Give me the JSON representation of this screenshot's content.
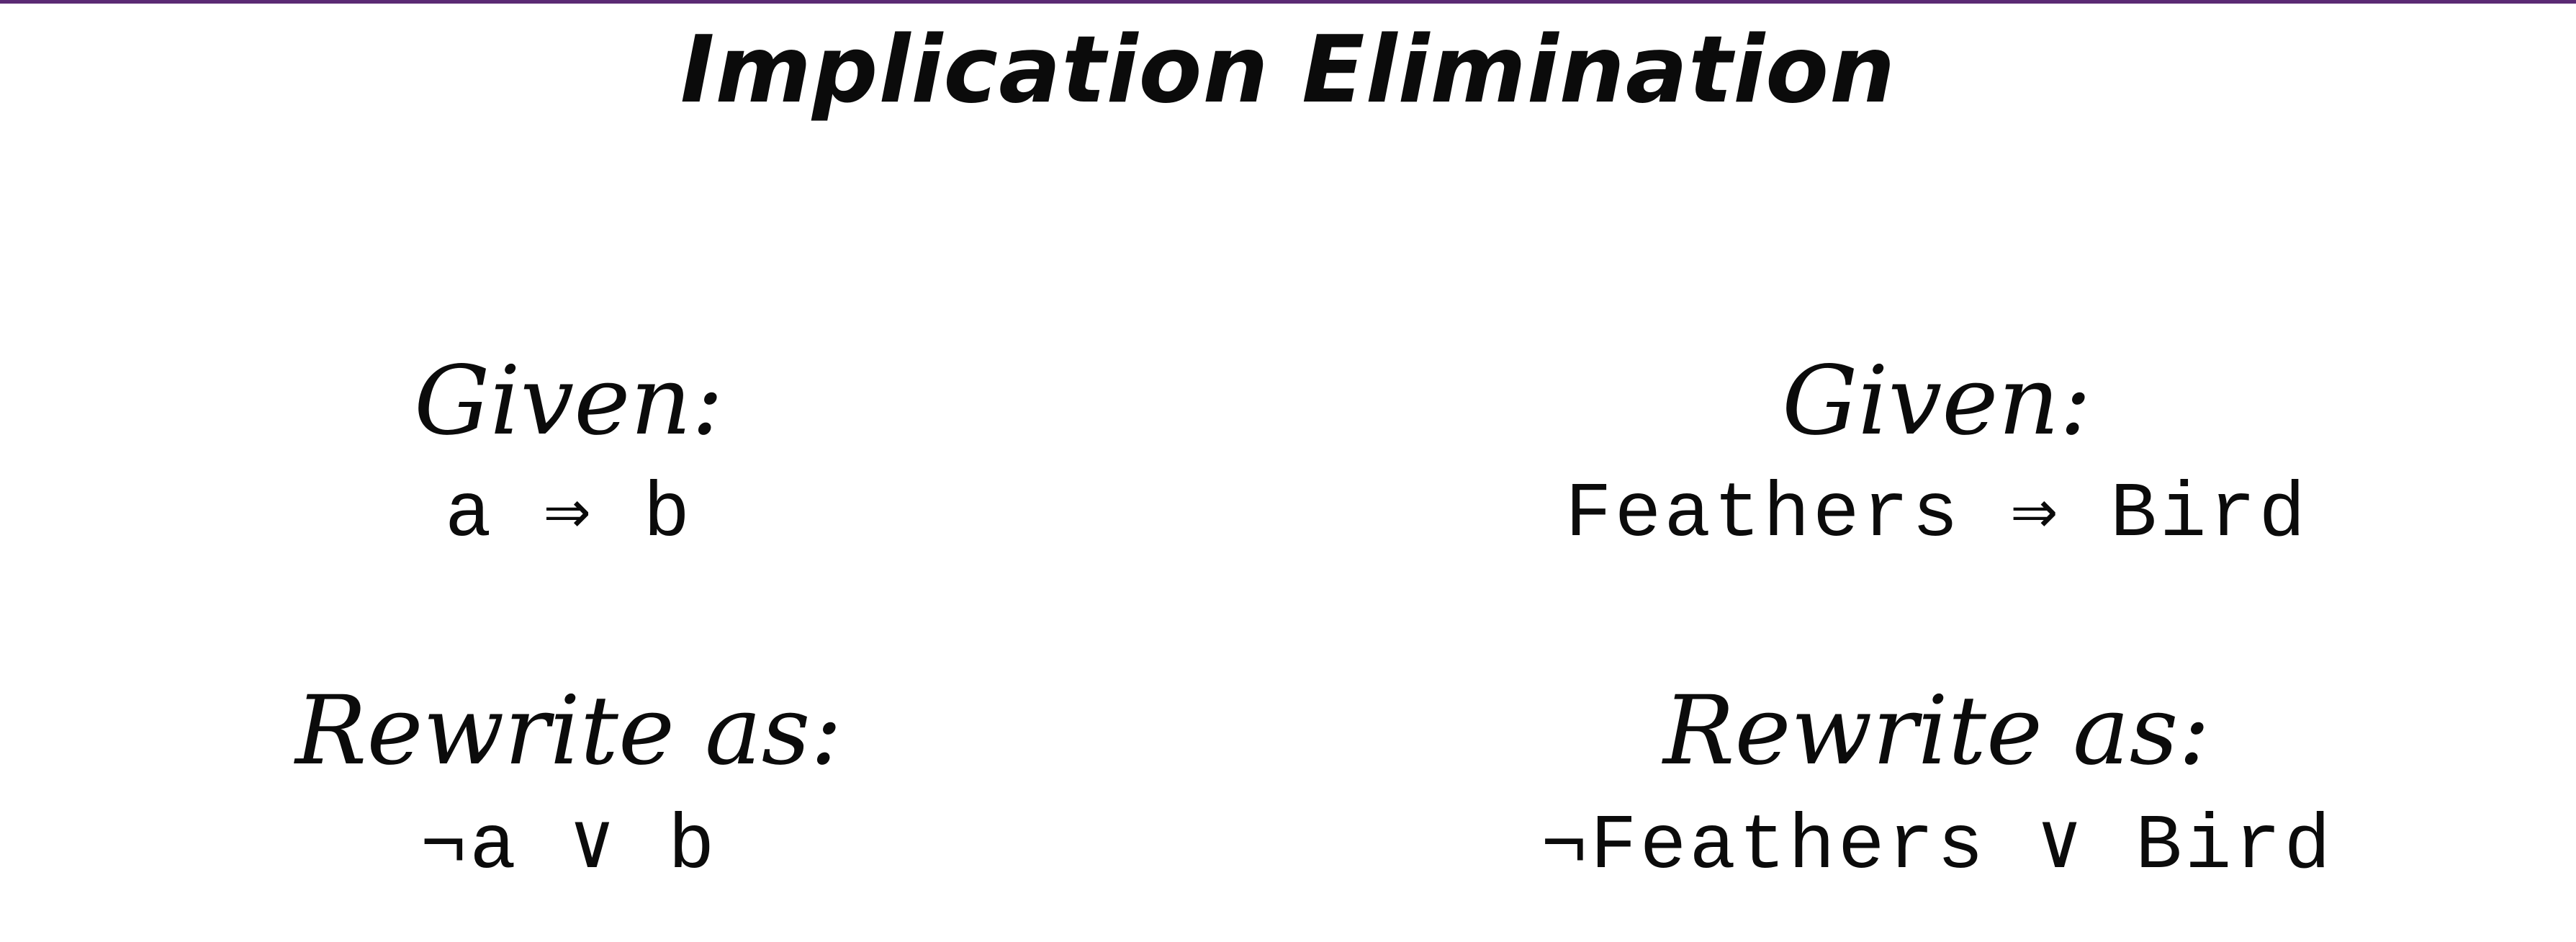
{
  "slide": {
    "title": "Implication Elimination",
    "accent_color": "#5b2b74",
    "panels": [
      {
        "given_label": "Given:",
        "given_formula": "a ⇒ b",
        "rewrite_label": "Rewrite as:",
        "rewrite_formula": "¬a ∨ b"
      },
      {
        "given_label": "Given:",
        "given_formula": "Feathers ⇒ Bird",
        "rewrite_label": "Rewrite as:",
        "rewrite_formula": "¬Feathers ∨ Bird"
      }
    ]
  }
}
